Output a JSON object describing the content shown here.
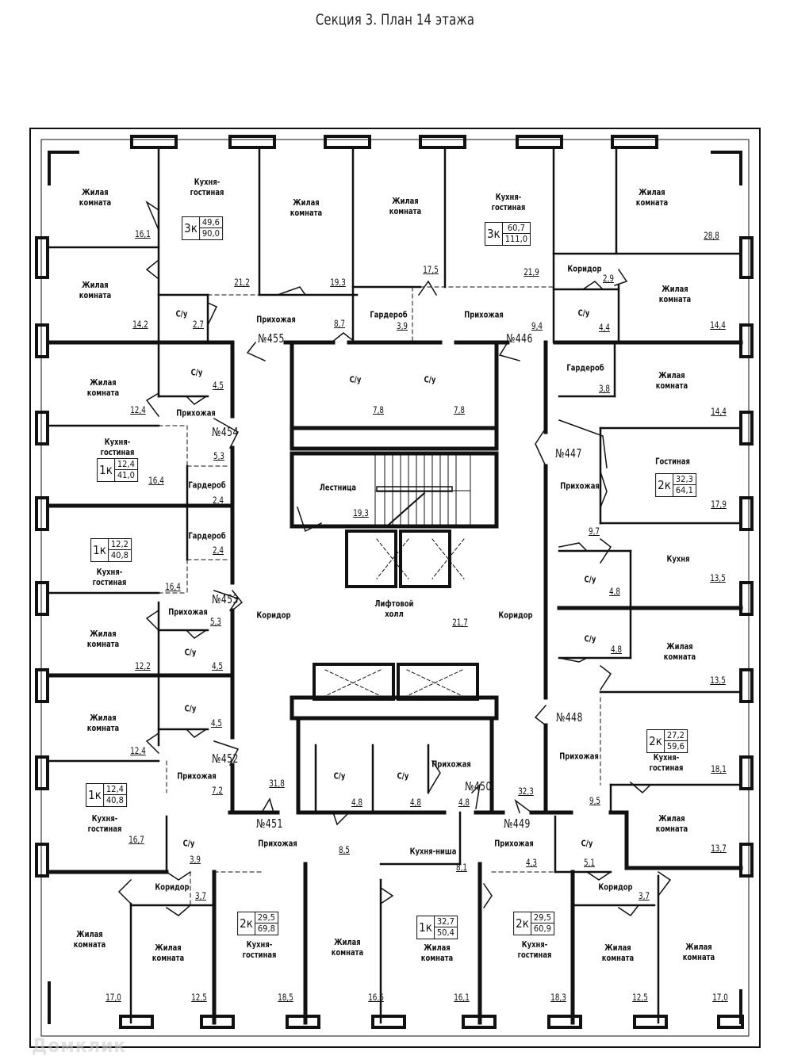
{
  "title": "Секция 3. План 14 этажа",
  "watermark": "Домклик",
  "colors": {
    "wall": "#111111",
    "background": "#ffffff",
    "text": "#111111"
  },
  "apartments": [
    {
      "id": "455",
      "label": "№455",
      "rooms": "3к",
      "living_area": "49,6",
      "total_area": "90,0",
      "spaces": [
        {
          "name": "Жилая комната",
          "area": "16,1"
        },
        {
          "name": "Жилая комната",
          "area": "14,2"
        },
        {
          "name": "Кухня-гостиная",
          "area": "21,2"
        },
        {
          "name": "Жилая комната",
          "area": "19,3"
        },
        {
          "name": "С/у",
          "area": "2,7"
        },
        {
          "name": "Прихожая",
          "area": "8,7"
        }
      ]
    },
    {
      "id": "446",
      "label": "№446",
      "rooms": "3к",
      "living_area": "60,7",
      "total_area": "111,0",
      "spaces": [
        {
          "name": "Жилая комната",
          "area": "17,5"
        },
        {
          "name": "Кухня-гостиная",
          "area": "21,9"
        },
        {
          "name": "Жилая комната",
          "area": "28,8"
        },
        {
          "name": "Коридор",
          "area": "2,9"
        },
        {
          "name": "Жилая комната",
          "area": "14,4"
        },
        {
          "name": "Гардероб",
          "area": "3,9"
        },
        {
          "name": "Прихожая",
          "area": "9,4"
        },
        {
          "name": "С/у",
          "area": "4,4"
        }
      ]
    },
    {
      "id": "454",
      "label": "№454",
      "rooms": "1к",
      "living_area": "12,4",
      "total_area": "41,0",
      "spaces": [
        {
          "name": "Жилая комната",
          "area": "12,4"
        },
        {
          "name": "С/у",
          "area": "4,5"
        },
        {
          "name": "Прихожая",
          "area": "5,3"
        },
        {
          "name": "Кухня-гостиная",
          "area": "16,4"
        },
        {
          "name": "Гардероб",
          "area": "2,4"
        }
      ]
    },
    {
      "id": "453",
      "label": "№453",
      "rooms": "1к",
      "living_area": "12,2",
      "total_area": "40,8",
      "spaces": [
        {
          "name": "Кухня-гостиная",
          "area": "16,4"
        },
        {
          "name": "Гардероб",
          "area": "2,4"
        },
        {
          "name": "Прихожая",
          "area": "5,3"
        },
        {
          "name": "Жилая комната",
          "area": "12,2"
        },
        {
          "name": "С/у",
          "area": "4,5"
        }
      ]
    },
    {
      "id": "452",
      "label": "№452",
      "rooms": "1к",
      "living_area": "12,4",
      "total_area": "40,8",
      "spaces": [
        {
          "name": "Жилая комната",
          "area": "12,4"
        },
        {
          "name": "С/у",
          "area": "4,5"
        },
        {
          "name": "Прихожая",
          "area": "7,2"
        },
        {
          "name": "Кухня-гостиная",
          "area": "16,7"
        }
      ]
    },
    {
      "id": "451",
      "label": "№451",
      "rooms": "2к",
      "living_area": "29,5",
      "total_area": "69,8",
      "spaces": [
        {
          "name": "С/у",
          "area": "3,9"
        },
        {
          "name": "Прихожая",
          "area": "8,5"
        },
        {
          "name": "Коридор",
          "area": "3,7"
        },
        {
          "name": "Жилая комната",
          "area": "17,0"
        },
        {
          "name": "Жилая комната",
          "area": "12,5"
        },
        {
          "name": "Кухня-гостиная",
          "area": "18,5"
        }
      ]
    },
    {
      "id": "450",
      "label": "№450",
      "rooms": "1к",
      "living_area": "32,7",
      "total_area": "50,4",
      "spaces": [
        {
          "name": "С/у",
          "area": "4,8"
        },
        {
          "name": "Прихожая",
          "area": "4,8"
        },
        {
          "name": "Кухня-ниша",
          "area": "8,1"
        },
        {
          "name": "Жилая комната",
          "area": "16,6"
        },
        {
          "name": "Жилая комната",
          "area": "16,1"
        }
      ]
    },
    {
      "id": "449",
      "label": "№449",
      "rooms": "2к",
      "living_area": "29,5",
      "total_area": "60,9",
      "spaces": [
        {
          "name": "Прихожая",
          "area": "4,3"
        },
        {
          "name": "С/у",
          "area": "5,1"
        },
        {
          "name": "Коридор",
          "area": "3,7"
        },
        {
          "name": "Кухня-гостиная",
          "area": "18,3"
        },
        {
          "name": "Жилая комната",
          "area": "12,5"
        },
        {
          "name": "Жилая комната",
          "area": "17,0"
        },
        {
          "name": "Жилая комната",
          "area": "13,7"
        }
      ]
    },
    {
      "id": "448",
      "label": "№448",
      "rooms": "2к",
      "living_area": "27,2",
      "total_area": "59,6",
      "spaces": [
        {
          "name": "С/у",
          "area": "4,8"
        },
        {
          "name": "Жилая комната",
          "area": "13,5"
        },
        {
          "name": "Прихожая",
          "area": "9,5"
        },
        {
          "name": "Кухня-гостиная",
          "area": "18,1"
        }
      ]
    },
    {
      "id": "447",
      "label": "№447",
      "rooms": "2к",
      "living_area": "32,3",
      "total_area": "64,1",
      "spaces": [
        {
          "name": "Гардероб",
          "area": "3,8"
        },
        {
          "name": "Жилая комната",
          "area": "14,4"
        },
        {
          "name": "Прихожая",
          "area": "9,7"
        },
        {
          "name": "Гостиная",
          "area": "17,9"
        },
        {
          "name": "С/у",
          "area": "4,8"
        },
        {
          "name": "Кухня",
          "area": "13,5"
        }
      ]
    }
  ],
  "common": [
    {
      "name": "С/у",
      "area": "7,8"
    },
    {
      "name": "С/у",
      "area": "7,8"
    },
    {
      "name": "Лестница",
      "area": "19,3"
    },
    {
      "name": "Лифтовой холл",
      "area": "21,7"
    },
    {
      "name": "Коридор",
      "area": "31,8"
    },
    {
      "name": "Коридор",
      "area": "32,3"
    }
  ],
  "labels": {
    "zhilaya": "Жилая",
    "komnata": "комната",
    "kuhnya_dash": "Кухня-",
    "gostinaya": "гостиная",
    "gostinaya_cap": "Гостиная",
    "kuhnya": "Кухня",
    "kuhnya_nisha": "Кухня-ниша",
    "su": "С/у",
    "prihozhaya": "Прихожая",
    "koridor": "Коридор",
    "garderob": "Гардероб",
    "lestnica": "Лестница",
    "liftovoi": "Лифтовой",
    "holl": "холл"
  }
}
